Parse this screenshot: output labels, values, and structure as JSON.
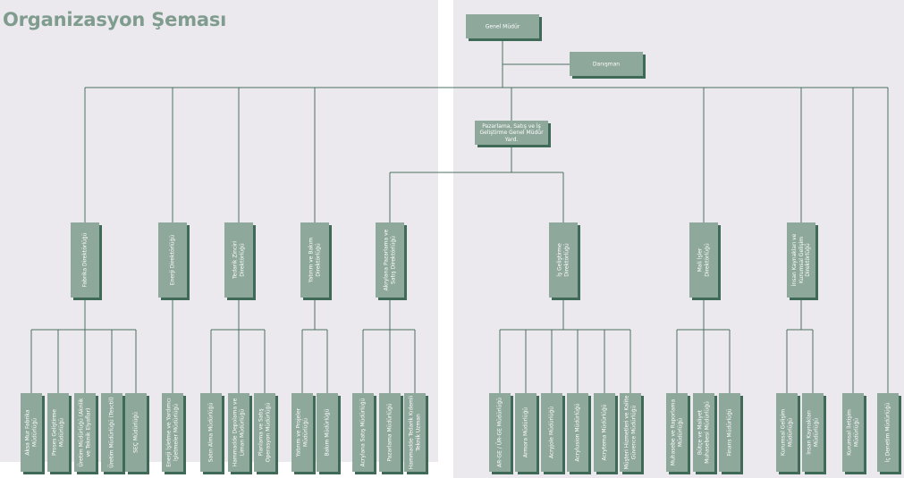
{
  "title": "Organizasyon Şeması",
  "colors": {
    "panel": "#ebe9ee",
    "box": "#8fa89c",
    "shadow": "#3f6a57",
    "line": "#4d6e60",
    "title": "#7f9c8e"
  },
  "org": {
    "genel_mudur": "Genel Müdür",
    "danisman": "Danışman",
    "pazarlama_gmy": "Pazarlama, Satış ve İş Geliştirme Genel Müdür Yard.",
    "fabrika_dir": "Fabrika Direktörlüğü",
    "enerji_dir": "Enerji Direktörlüğü",
    "tedarik_dir": "Tedarik Zinciri Direktörlüğü",
    "yatirim_dir": "Yatırım ve Bakım Direktörlüğü",
    "akrilik_dir": "Akrylana Pazarlama ve Satış Direktörlüğü",
    "is_gelistirme_dir": "İş Geliştirme Direktörlüğü",
    "mali_isler_dir": "Mali İşler Direktörlüğü",
    "ik_dir": "İnsan Kaynakları ve Kurumsal Gelişim Direktörlüğü",
    "aksa_mur": "Aksa Mur Fabrika Müdürlüğü",
    "proses_gel": "Proses Geliştirme Müdürlüğü",
    "uretim_akrilik": "Üretim Müdürlüğü (Akrilik ve Teknik Elyaflar)",
    "uretim_tesctil": "Üretim Müdürlüğü (Tesctil)",
    "sec": "SEÇ Müdürlüğü",
    "enerji_isletme": "Enerji İşletme ve Yardımcı İşletmeler Müdürlüğü",
    "satin_alma": "Satın Alma Müdürlüğü",
    "hammadde_depolama": "Hammadde Depolama ve Liman Müdürlüğü",
    "planlama": "Planlama ve Satış Operasyon Müdürlüğü",
    "yatirim_proj": "Yatırım ve Projeler Müdürlüğü",
    "bakim": "Bakım Müdürlüğü",
    "akrylana_satis": "Acrylana Satış Müdürlüğü",
    "pazarlama_m": "Pazarlama Müdürlüğü",
    "hammadde_tedarik": "Hammadde Tedarik Kıdemli Teknik Uzman",
    "arge": "AR-GE / ÜR-GE Müdürlüğü",
    "armora": "Armora Müdürlüğü",
    "acryjole": "Acryjole Müdürlüğü",
    "acrylusion": "Acrylusion Müdürlüğü",
    "acrytema": "Acrytema Müdürlüğü",
    "musteri_hizmetleri": "Müşteri Hizmetleri ve Kalite Güvence Müdürlüğü",
    "muhasebe": "Muhasebe ve Raporlama Müdürlüğü",
    "butce": "Bütçe ve Maliyet Muhasebesi Müdürlüğü",
    "finans": "Finans Müdürlüğü",
    "kurumsal_gelisim": "Kurumsal Gelişim Müdürlüğü",
    "ik_m": "İnsan Kaynakları Müdürlüğü",
    "kurumsal_iletisim": "Kurumsal İletişim Müdürlüğü",
    "ic_denetim": "İç Denetim Müdürlüğü"
  }
}
